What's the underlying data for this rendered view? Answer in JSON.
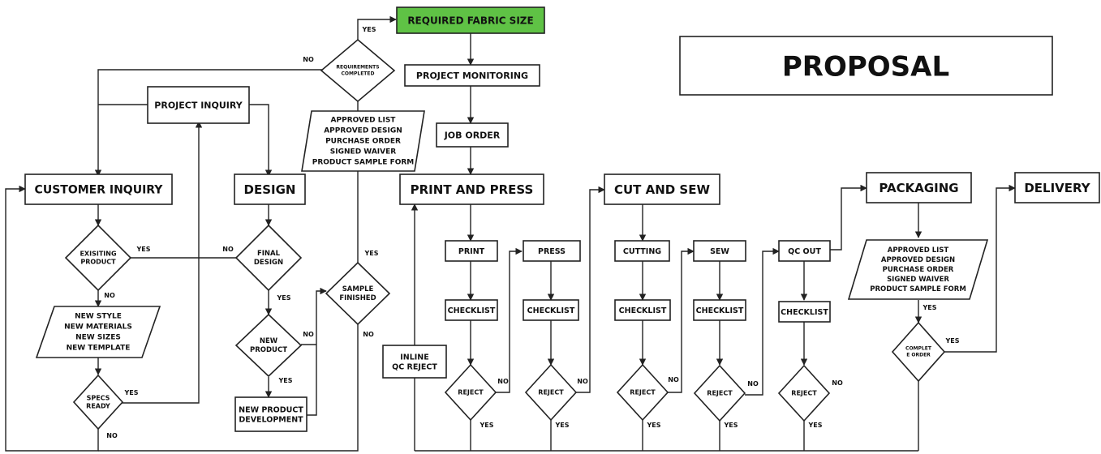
{
  "title": "PROPOSAL",
  "nodes": {
    "required_fabric_size": "REQUIRED FABRIC SIZE",
    "project_monitoring": "PROJECT MONITORING",
    "job_order": "JOB ORDER",
    "print_and_press": "PRINT AND PRESS",
    "cut_and_sew": "CUT AND SEW",
    "packaging": "PACKAGING",
    "delivery": "DELIVERY",
    "customer_inquiry": "CUSTOMER INQUIRY",
    "project_inquiry": "PROJECT INQUIRY",
    "design": "DESIGN",
    "requirements_completed": [
      "REQUIREMENTS",
      "COMPLETED"
    ],
    "existing_product": [
      "EXISITING",
      "PRODUCT"
    ],
    "final_design": [
      "FINAL",
      "DESIGN"
    ],
    "sample_finished": [
      "SAMPLE",
      "FINISHED"
    ],
    "new_product": [
      "NEW",
      "PRODUCT"
    ],
    "specs_ready": [
      "SPECS",
      "READY"
    ],
    "new_product_development": [
      "NEW PRODUCT",
      "DEVELOPMENT"
    ],
    "new_style_list": [
      "NEW STYLE",
      "NEW MATERIALS",
      "NEW SIZES",
      "NEW TEMPLATE"
    ],
    "approval_list_top": [
      "APPROVED LIST",
      "APPROVED DESIGN",
      "PURCHASE ORDER",
      "SIGNED WAIVER",
      "PRODUCT SAMPLE FORM"
    ],
    "approval_list_packaging": [
      "APPROVED LIST",
      "APPROVED DESIGN",
      "PURCHASE ORDER",
      "SIGNED WAIVER",
      "PRODUCT SAMPLE FORM"
    ],
    "inline_qc_reject": [
      "INLINE",
      "QC REJECT"
    ],
    "print": "PRINT",
    "press": "PRESS",
    "cutting": "CUTTING",
    "sew": "SEW",
    "qc_out": "QC OUT",
    "checklist": "CHECKLIST",
    "reject": "REJECT",
    "complete_order": [
      "COMPLET",
      "E ORDER"
    ]
  },
  "edge_labels": {
    "yes": "YES",
    "no": "NO"
  },
  "colors": {
    "highlight": "#5fc245",
    "stroke": "#222222"
  }
}
